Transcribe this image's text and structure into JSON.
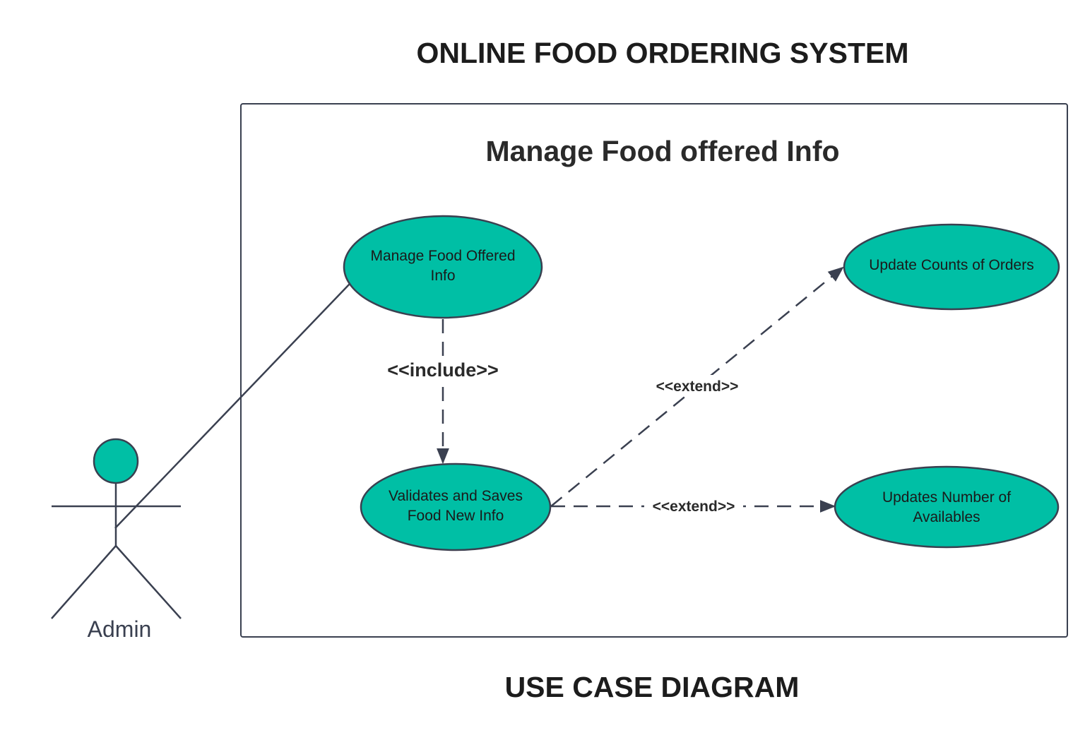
{
  "header": {
    "title": "ONLINE FOOD ORDERING SYSTEM"
  },
  "footer": {
    "title": "USE CASE DIAGRAM"
  },
  "system_boundary": {
    "title": "Manage Food offered Info"
  },
  "actor": {
    "name": "Admin"
  },
  "use_cases": {
    "manage": {
      "line1": "Manage Food Offered",
      "line2": "Info"
    },
    "validate": {
      "line1": "Validates and Saves",
      "line2": "Food New Info"
    },
    "update_counts": {
      "line1": "Update Counts of Orders"
    },
    "update_available": {
      "line1": "Updates Number of",
      "line2": "Availables"
    }
  },
  "relations": {
    "include": "<<include>>",
    "extend_counts": "<<extend>>",
    "extend_available": "<<extend>>"
  },
  "colors": {
    "use_case_fill": "#00BFA5",
    "stroke": "#3a4050",
    "text": "#1c1c1c"
  }
}
